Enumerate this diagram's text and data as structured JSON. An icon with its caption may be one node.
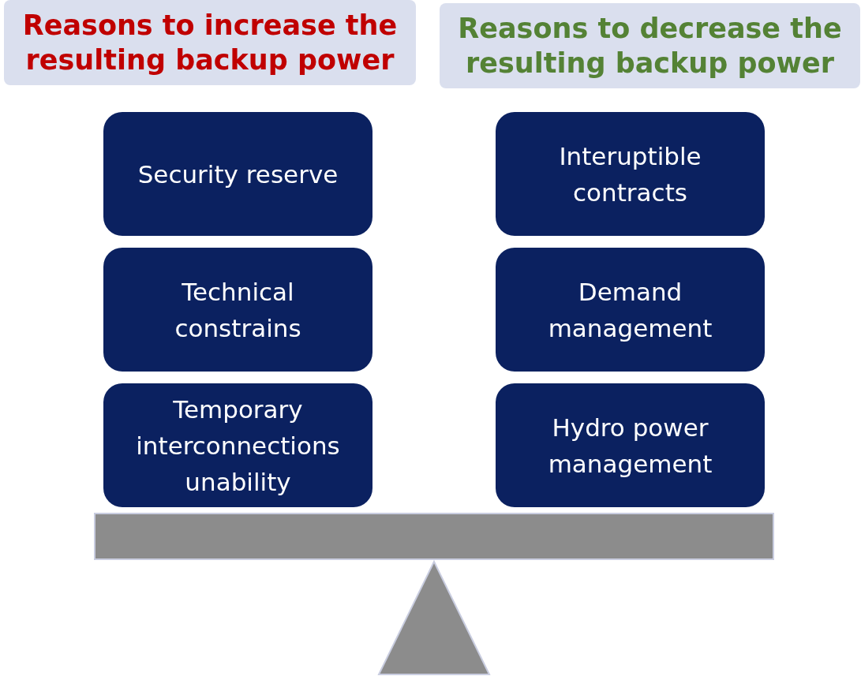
{
  "diagram": {
    "nodes": [
      {
        "text": [
          "Reasons to increase the resulting backup power"
        ]
      },
      {
        "text": [
          "Reasons to decrease the resulting backup power"
        ]
      },
      {
        "text": [
          "Security reserve"
        ]
      },
      {
        "text": [
          "Interuptible contracts"
        ]
      },
      {
        "text": [
          "Technical constrains"
        ]
      },
      {
        "text": [
          "Demand management"
        ]
      },
      {
        "text": [
          "Temporary interconnections unability"
        ]
      },
      {
        "text": [
          "Hydro power management"
        ]
      }
    ]
  }
}
